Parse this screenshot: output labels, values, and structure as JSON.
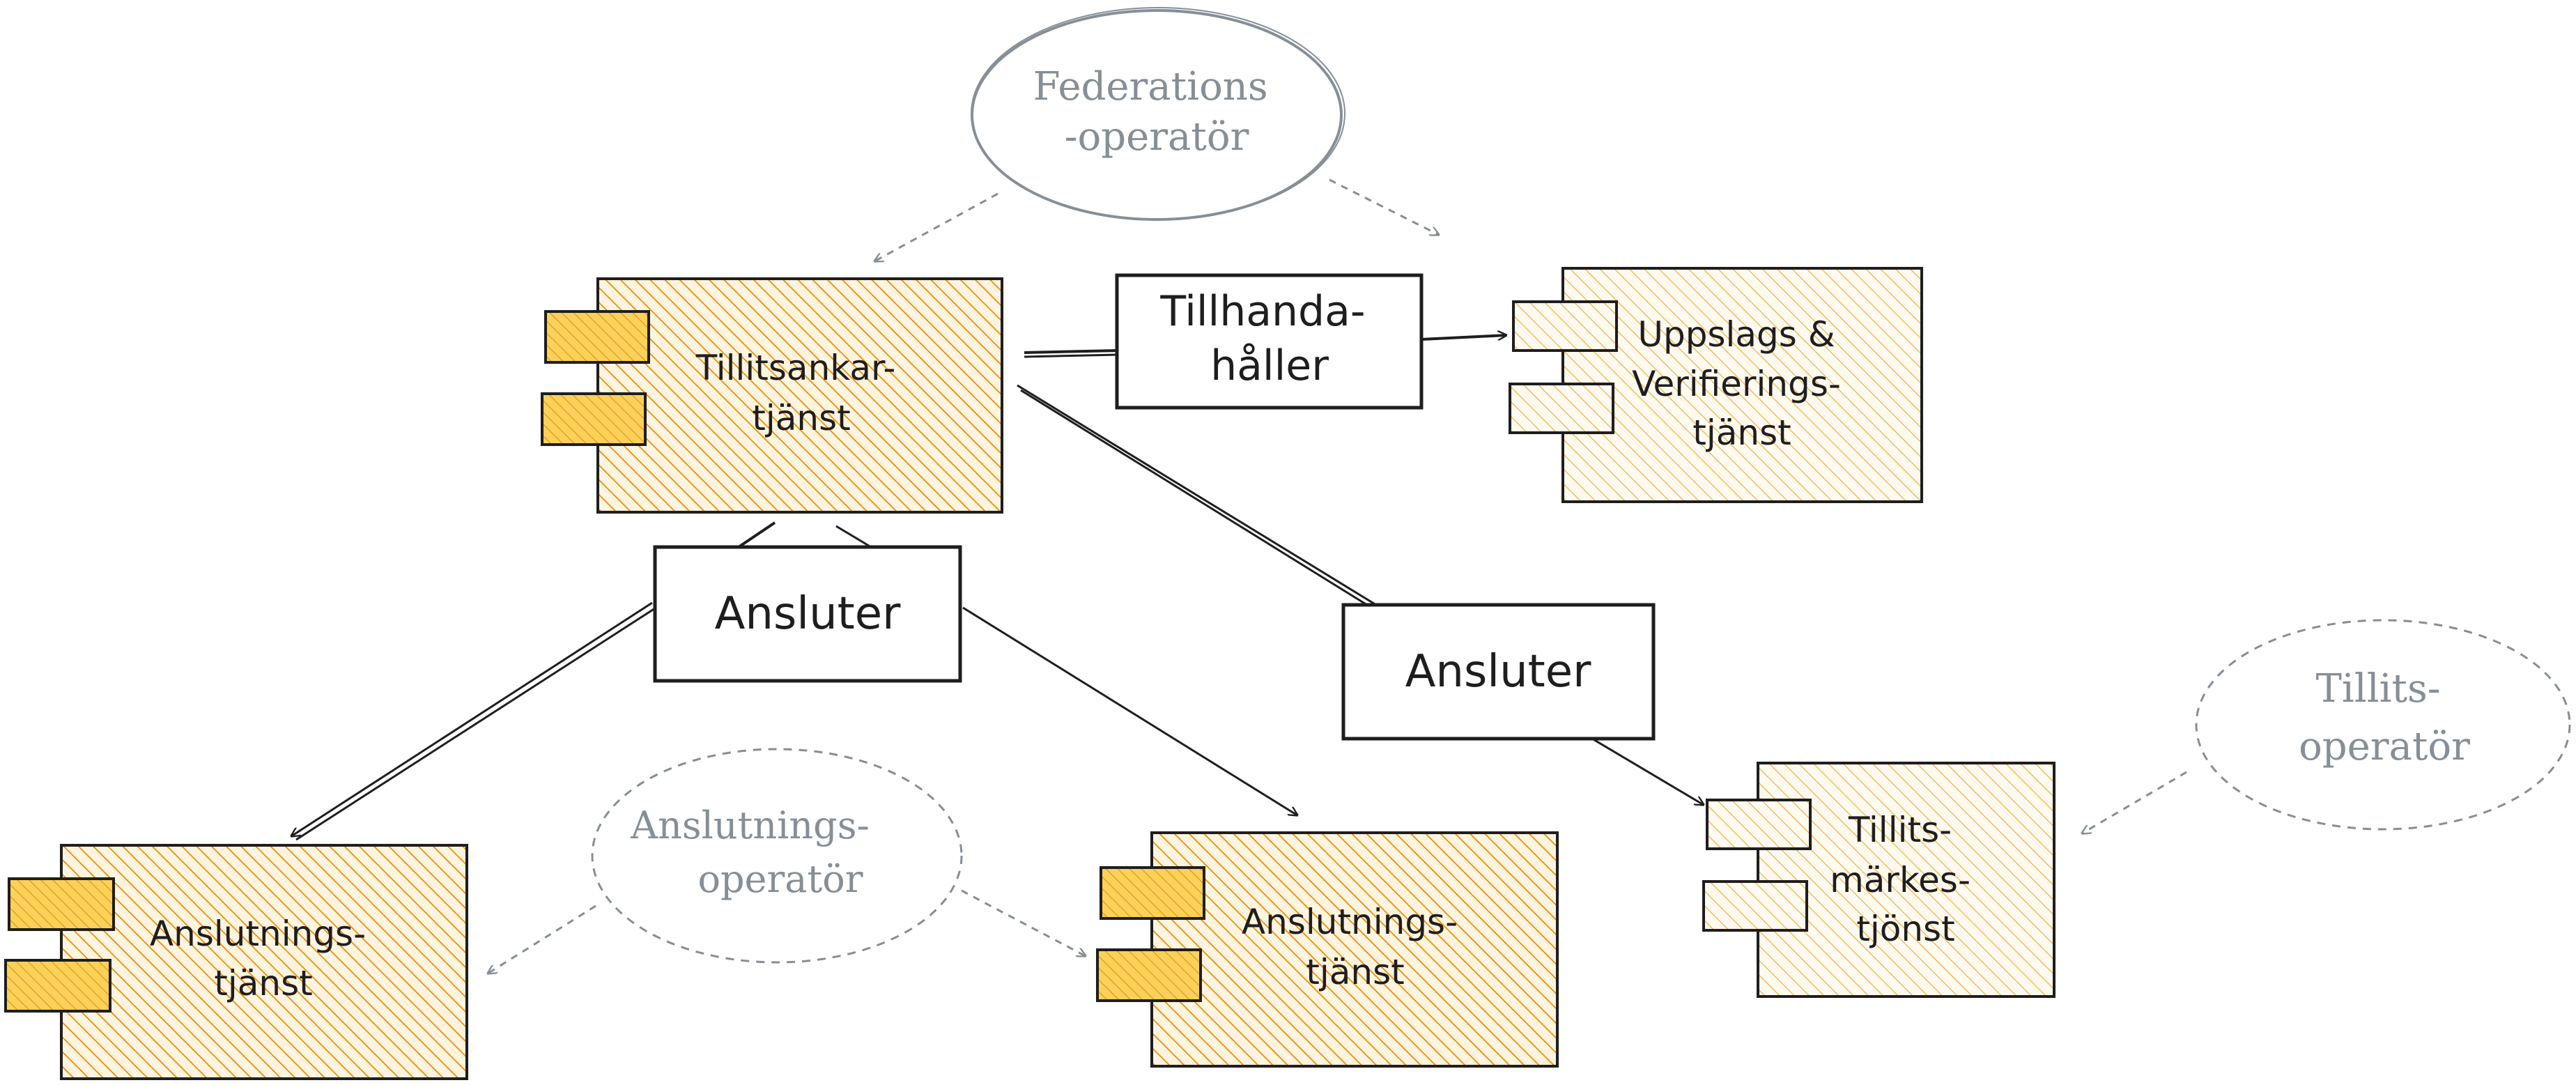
{
  "colors": {
    "component_fill": "#f5b042",
    "component_hatch": "#f08c00",
    "component_stroke": "#1e1e1e",
    "operator_stroke": "#868e96",
    "operator_text": "#868e96",
    "label_text": "#1e1e1e"
  },
  "operators": {
    "federation": [
      "Federations",
      "-operatör"
    ],
    "trust": [
      "Tillits-",
      "operatör"
    ],
    "connection": [
      "Anslutnings-",
      "operatör"
    ]
  },
  "components": {
    "trust_anchor": [
      "Tillitsankar-",
      "tjänst"
    ],
    "lookup": [
      "Uppslags &",
      "Verifierings-",
      "tjänst"
    ],
    "trust_mark": [
      "Tillits-",
      "märkes-",
      "tjönst"
    ],
    "connection_left": [
      "Anslutnings-",
      "tjänst"
    ],
    "connection_mid": [
      "Anslutnings-",
      "tjänst"
    ]
  },
  "relations": {
    "provides": [
      "Tillhanda-",
      "håller"
    ],
    "connects_main": [
      "Ansluter"
    ],
    "connects_right": [
      "Ansluter"
    ]
  }
}
